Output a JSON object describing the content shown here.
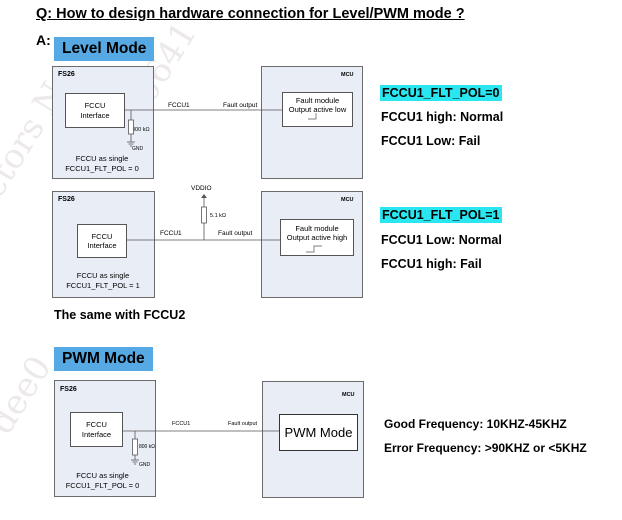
{
  "question": "Q: How to design hardware connection for Level/PWM mode ?",
  "answer_label": "A:",
  "level_mode_label": "Level Mode",
  "pwm_mode_label": "PWM Mode",
  "same_note": "The same with FCCU2",
  "diagram1": {
    "fs_title": "FS26",
    "mcu_title": "MCU",
    "fccu_box": [
      "FCCU",
      "Interface"
    ],
    "pin_label": "FCCU1",
    "fault_label": "Fault output",
    "fault_module": [
      "Fault module",
      "Output active low"
    ],
    "resistor": "800 kΩ",
    "gnd": "GND",
    "caption": [
      "FCCU as single",
      "FCCU1_FLT_POL = 0"
    ],
    "status_title": "FCCU1_FLT_POL=0",
    "status_lines": [
      "FCCU1 high: Normal",
      "FCCU1 Low: Fail"
    ]
  },
  "diagram2": {
    "fs_title": "FS26",
    "mcu_title": "MCU",
    "vddio": "VDDIO",
    "resistor": "5.1 kΩ",
    "fccu_box": [
      "FCCU",
      "Interface"
    ],
    "pin_label": "FCCU1",
    "fault_label": "Fault output",
    "fault_module": [
      "Fault module",
      "Output active high"
    ],
    "caption": [
      "FCCU as single",
      "FCCU1_FLT_POL = 1"
    ],
    "status_title": "FCCU1_FLT_POL=1",
    "status_lines": [
      "FCCU1 Low: Normal",
      "FCCU1 high: Fail"
    ]
  },
  "diagram3": {
    "fs_title": "FS26",
    "mcu_title": "MCU",
    "fccu_box": [
      "FCCU",
      "Interface"
    ],
    "pin_label": "FCCU1",
    "fault_label": "Fault output",
    "pwm_box": "PWM Mode",
    "resistor": "800 kΩ",
    "gnd": "GND",
    "caption": [
      "FCCU as single",
      "FCCU1_FLT_POL = 0"
    ],
    "freq_lines": [
      "Good Frequency: 10KHZ-45KHZ",
      "Error Frequency: >90KHZ or <5KHZ"
    ]
  },
  "colors": {
    "label_bg": "#57a9e3",
    "highlight": "#29e6f0",
    "panel_bg": "#e9eef6"
  }
}
